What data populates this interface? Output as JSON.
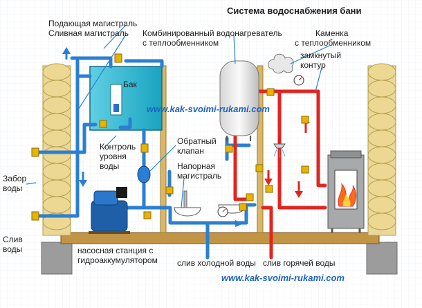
{
  "title": "Система водоснабжения бани",
  "labels": {
    "supply_main": "Подающая магистраль",
    "drain_main": "Сливная магистраль",
    "tank": "Бак",
    "heater_l1": "Комбинированный водонагреватель",
    "heater_l2": "с теплообменником",
    "stove_l1": "Каменка",
    "stove_l2": "с теплообменником",
    "closed_l1": "замкнутый",
    "closed_l2": "контур",
    "check_l1": "Обратный",
    "check_l2": "клапан",
    "pressure_l1": "Напорная",
    "pressure_l2": "магистраль",
    "level_l1": "Контроль",
    "level_l2": "уровня",
    "level_l3": "воды",
    "intake_l1": "Забор",
    "intake_l2": "воды",
    "drain_l1": "Слив",
    "drain_l2": "воды",
    "pump_l1": "насосная станция с",
    "pump_l2": "гидроаккумулятором",
    "cold_drain": "слив холодной воды",
    "hot_drain": "слив горячей воды"
  },
  "watermarks": {
    "middle": "www.kak-svoimi-rukami.com",
    "bottom": "www.kak-svoimi-rukami.com"
  },
  "colors": {
    "cold_pipe": "#2a7fd4",
    "hot_pipe": "#e0261f",
    "tank_water": "#2bb5cf",
    "pump": "#1f5fa8",
    "wood": "#e5cf86",
    "floor": "#b88a3a",
    "ground": "#9a9a9a",
    "valve": "#e8b400"
  }
}
